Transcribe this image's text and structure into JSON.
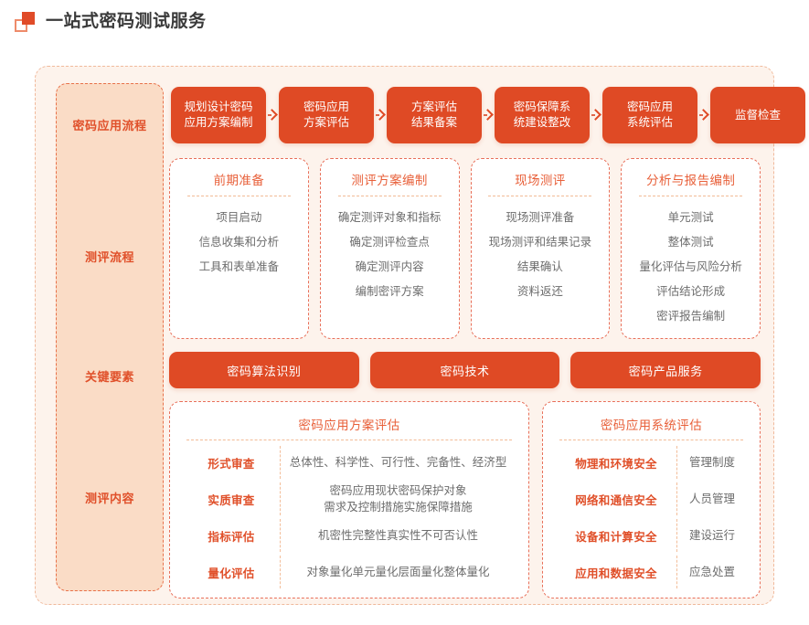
{
  "header": {
    "title": "一站式密码测试服务",
    "icon": "two-squares-icon"
  },
  "sidebar": {
    "items": [
      {
        "label": "密码应用流程"
      },
      {
        "label": "测评流程"
      },
      {
        "label": "关键要素"
      },
      {
        "label": "测评内容"
      }
    ]
  },
  "flow": {
    "steps": [
      {
        "line1": "规划设计密码",
        "line2": "应用方案编制"
      },
      {
        "line1": "密码应用",
        "line2": "方案评估"
      },
      {
        "line1": "方案评估",
        "line2": "结果备案"
      },
      {
        "line1": "密码保障系",
        "line2": "统建设整改"
      },
      {
        "line1": "密码应用",
        "line2": "系统评估"
      },
      {
        "line1": "监督检查",
        "line2": ""
      }
    ]
  },
  "process_cards": [
    {
      "title": "前期准备",
      "items": [
        "项目启动",
        "信息收集和分析",
        "工具和表单准备"
      ]
    },
    {
      "title": "测评方案编制",
      "items": [
        "确定测评对象和指标",
        "确定测评检查点",
        "确定测评内容",
        "编制密评方案"
      ]
    },
    {
      "title": "现场测评",
      "items": [
        "现场测评准备",
        "现场测评和结果记录",
        "结果确认",
        "资料返还"
      ]
    },
    {
      "title": "分析与报告编制",
      "items": [
        "单元测试",
        "整体测试",
        "量化评估与风险分析",
        "评估结论形成",
        "密评报告编制"
      ]
    }
  ],
  "key_elements": [
    {
      "label": "密码算法识别"
    },
    {
      "label": "密码技术"
    },
    {
      "label": "密码产品服务"
    }
  ],
  "content_tables": [
    {
      "title": "密码应用方案评估",
      "rows": [
        {
          "label": "形式审查",
          "value_line1": "总体性、科学性、可行性、完备性、经济型",
          "value_line2": ""
        },
        {
          "label": "实质审查",
          "value_line1": "密码应用现状密码保护对象",
          "value_line2": "需求及控制措施实施保障措施"
        },
        {
          "label": "指标评估",
          "value_line1": "机密性完整性真实性不可否认性",
          "value_line2": ""
        },
        {
          "label": "量化评估",
          "value_line1": "对象量化单元量化层面量化整体量化",
          "value_line2": ""
        }
      ]
    },
    {
      "title": "密码应用系统评估",
      "rows": [
        {
          "label": "物理和环境安全",
          "value_line1": "管理制度",
          "value_line2": ""
        },
        {
          "label": "网络和通信安全",
          "value_line1": "人员管理",
          "value_line2": ""
        },
        {
          "label": "设备和计算安全",
          "value_line1": "建设运行",
          "value_line2": ""
        },
        {
          "label": "应用和数据安全",
          "value_line1": "应急处置",
          "value_line2": ""
        }
      ]
    }
  ],
  "colors": {
    "primary": "#DF4A25",
    "accent_text": "#E0502A",
    "sidebar_bg": "#FADCC6",
    "panel_bg": "#FDF3EC",
    "card_border": "#E8705A",
    "divider": "#F2BB96",
    "body_text": "#6d6d6d"
  }
}
